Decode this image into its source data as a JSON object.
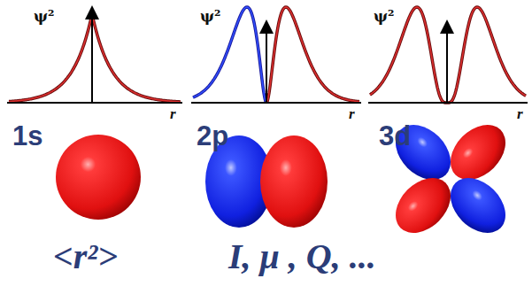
{
  "diagram": {
    "labels": [
      "ψ²",
      "r",
      "1s",
      "ψ²",
      "r",
      "2p",
      "ψ²",
      "r",
      "3d",
      "<r²>",
      "I, μ , Q, ..."
    ]
  }
}
